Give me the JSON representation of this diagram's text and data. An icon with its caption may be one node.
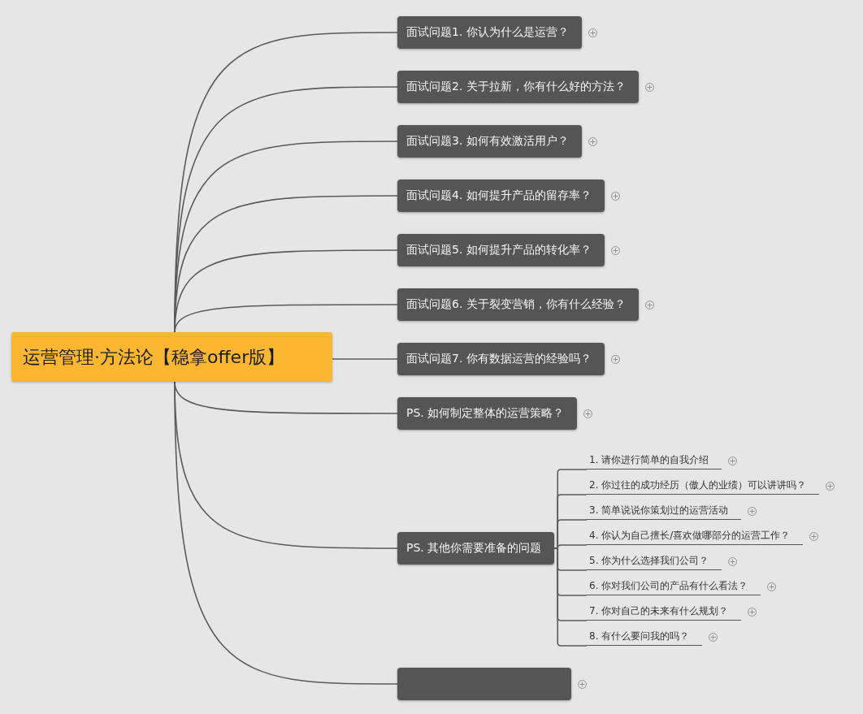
{
  "diagram": {
    "nodes": [
      {
        "text": [
          "运营管理·方法论【稳拿offer版】"
        ]
      },
      {
        "text": [
          "面试问题1. 你认为什么是运营？"
        ]
      },
      {
        "text": [
          "面试问题2. 关于拉新，你有什么好的方法？"
        ]
      },
      {
        "text": [
          "面试问题3. 如何有效激活用户？"
        ]
      },
      {
        "text": [
          "面试问题4. 如何提升产品的留存率？"
        ]
      },
      {
        "text": [
          "面试问题5. 如何提升产品的转化率？"
        ]
      },
      {
        "text": [
          "面试问题6. 关于裂变营销，你有什么经验？"
        ]
      },
      {
        "text": [
          "面试问题7. 你有数据运营的经验吗？"
        ]
      },
      {
        "text": [
          "PS. 如何制定整体的运营策略？"
        ]
      },
      {
        "text": [
          "PS. 其他你需要准备的问题"
        ]
      },
      {
        "text": [
          "1. 请你进行简单的自我介绍"
        ]
      },
      {
        "text": [
          "2. 你过往的成功经历（傲人的业绩）可以讲讲吗？"
        ]
      },
      {
        "text": [
          "3. 简单说说你策划过的运营活动"
        ]
      },
      {
        "text": [
          "4. 你认为自己擅长/喜欢做哪部分的运营工作？"
        ]
      },
      {
        "text": [
          "5. 你为什么选择我们公司？"
        ]
      },
      {
        "text": [
          "6. 你对我们公司的产品有什么看法？"
        ]
      },
      {
        "text": [
          "7. 你对自己的未来有什么规划？"
        ]
      },
      {
        "text": [
          "8. 有什么要问我的吗？"
        ]
      },
      {
        "text": [],
        "shape": "box"
      }
    ],
    "edges": [
      {
        "from": 0,
        "to": 1,
        "arrow": "none"
      },
      {
        "from": 0,
        "to": 2,
        "arrow": "none"
      },
      {
        "from": 0,
        "to": 3,
        "arrow": "none"
      },
      {
        "from": 0,
        "to": 4,
        "arrow": "none"
      },
      {
        "from": 0,
        "to": 5,
        "arrow": "none"
      },
      {
        "from": 0,
        "to": 6,
        "arrow": "none"
      },
      {
        "from": 0,
        "to": 7,
        "arrow": "none"
      },
      {
        "from": 0,
        "to": 8,
        "arrow": "none"
      },
      {
        "from": 0,
        "to": 9,
        "arrow": "none"
      },
      {
        "from": 0,
        "to": 18,
        "arrow": "none"
      },
      {
        "from": 9,
        "to": 10,
        "arrow": "none"
      },
      {
        "from": 9,
        "to": 11,
        "arrow": "none"
      },
      {
        "from": 9,
        "to": 12,
        "arrow": "none"
      },
      {
        "from": 9,
        "to": 13,
        "arrow": "none"
      },
      {
        "from": 9,
        "to": 14,
        "arrow": "none"
      },
      {
        "from": 9,
        "to": 15,
        "arrow": "none"
      },
      {
        "from": 9,
        "to": 16,
        "arrow": "none"
      },
      {
        "from": 9,
        "to": 17,
        "arrow": "none"
      }
    ]
  }
}
